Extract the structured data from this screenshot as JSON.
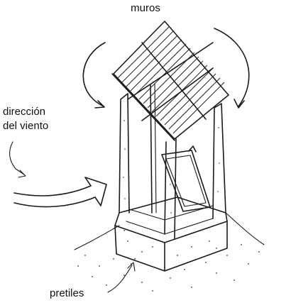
{
  "labels": {
    "top": "muros",
    "wind_line1": "dirección",
    "wind_line2": "del viento",
    "bottom": "pretiles"
  }
}
